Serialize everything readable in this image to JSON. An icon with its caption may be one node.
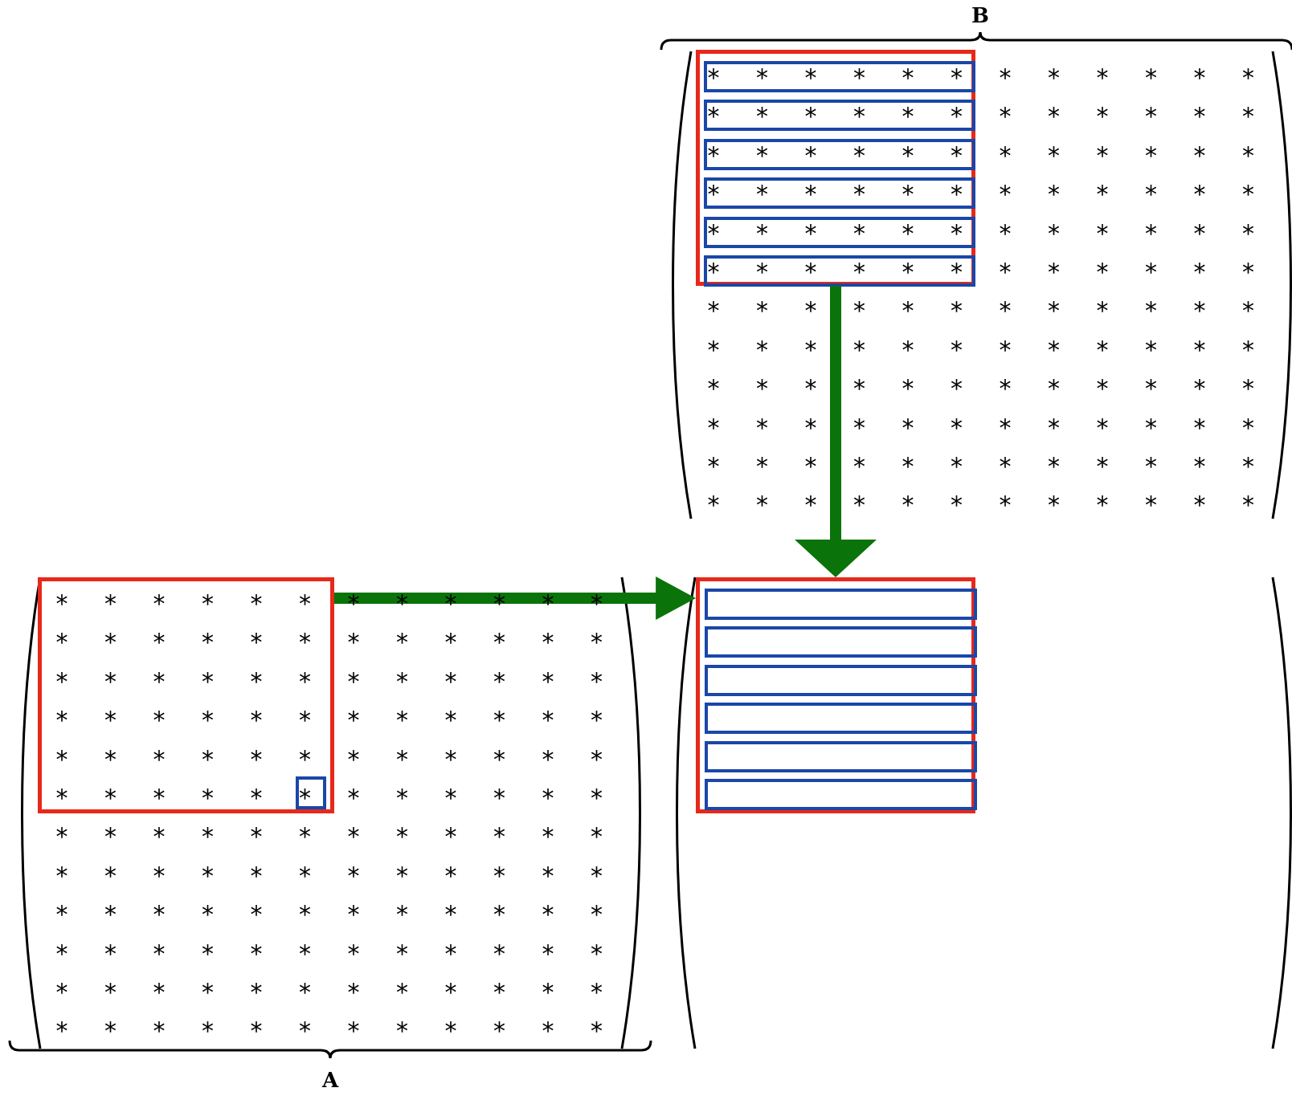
{
  "diagram": {
    "nodes": [
      {
        "text": [],
        "shape": "parentheses",
        "beside": [
          "B"
        ]
      },
      {
        "text": [],
        "shape": "box",
        "in": 0
      },
      {
        "text": [],
        "shape": "box",
        "in": 1
      },
      {
        "text": [],
        "shape": "box",
        "in": 1
      },
      {
        "text": [],
        "shape": "box",
        "in": 1
      },
      {
        "text": [],
        "shape": "box",
        "in": 1
      },
      {
        "text": [],
        "shape": "box",
        "in": 1
      },
      {
        "text": [],
        "shape": "box",
        "in": 1
      },
      {
        "text": [],
        "shape": "parentheses",
        "beside": [
          "A"
        ]
      },
      {
        "text": [],
        "shape": "box",
        "in": 8
      },
      {
        "text": [],
        "shape": "box",
        "in": 9
      },
      {
        "text": [],
        "shape": "parentheses"
      },
      {
        "text": [],
        "shape": "box",
        "in": 11
      },
      {
        "text": [],
        "shape": "box",
        "in": 12
      },
      {
        "text": [],
        "shape": "box",
        "in": 12
      },
      {
        "text": [],
        "shape": "box",
        "in": 12
      },
      {
        "text": [],
        "shape": "box",
        "in": 12
      },
      {
        "text": [],
        "shape": "box",
        "in": 12
      },
      {
        "text": [],
        "shape": "box",
        "in": 12
      }
    ],
    "edges": [
      {
        "from": 1,
        "to": 12,
        "arrow": "to"
      },
      {
        "from": 9,
        "to": 12,
        "arrow": "to"
      }
    ],
    "labels": [
      "*",
      "*",
      "*",
      "*",
      "*",
      "*",
      "*",
      "*",
      "*",
      "*",
      "*",
      "*",
      "*",
      "*",
      "*",
      "*",
      "*",
      "*",
      "*",
      "*",
      "*",
      "*",
      "*",
      "*",
      "*",
      "*",
      "*",
      "*",
      "*",
      "*",
      "*",
      "*",
      "*",
      "*",
      "*",
      "*",
      "*",
      "*",
      "*",
      "*",
      "*",
      "*",
      "*",
      "*",
      "*",
      "*",
      "*",
      "*",
      "*",
      "*",
      "*",
      "*",
      "*",
      "*",
      "*",
      "*",
      "*",
      "*",
      "*",
      "*",
      "*",
      "*",
      "*",
      "*",
      "*",
      "*",
      "*",
      "*",
      "*",
      "*",
      "*",
      "*",
      "*",
      "*",
      "*",
      "*",
      "*",
      "*",
      "*",
      "*",
      "*",
      "*",
      "*",
      "*",
      "*",
      "*",
      "*",
      "*",
      "*",
      "*",
      "*",
      "*",
      "*",
      "*",
      "*",
      "*",
      "*",
      "*",
      "*",
      "*",
      "*",
      "*",
      "*",
      "*",
      "*",
      "*",
      "*",
      "*",
      "*",
      "*",
      "*",
      "*",
      "*",
      "*",
      "*",
      "*",
      "*",
      "*",
      "*",
      "*",
      "*",
      "*",
      "*",
      "*",
      "*",
      "*",
      "*",
      "*",
      "*",
      "*",
      "*",
      "*",
      "*",
      "*",
      "*",
      "*",
      "*",
      "*",
      "*",
      "*",
      "*",
      "*",
      "*",
      "*",
      "*",
      "*",
      "*",
      "*",
      "*",
      "*",
      "*",
      "*",
      "*",
      "*",
      "*",
      "*",
      "*",
      "*",
      "*",
      "*",
      "*",
      "*",
      "*",
      "*",
      "*",
      "*",
      "*",
      "*",
      "*",
      "*",
      "*",
      "*",
      "*",
      "*",
      "*",
      "*",
      "*",
      "*",
      "*",
      "*",
      "*",
      "*",
      "*",
      "*",
      "*",
      "*",
      "*",
      "*",
      "*",
      "*",
      "*",
      "*",
      "*",
      "*",
      "*",
      "*",
      "*",
      "*",
      "*",
      "*",
      "*",
      "*",
      "*",
      "*",
      "*",
      "*",
      "*",
      "*",
      "*",
      "*",
      "*",
      "*",
      "*",
      "*",
      "*",
      "*",
      "*",
      "*",
      "*",
      "*",
      "*",
      "*",
      "*",
      "*",
      "*",
      "*",
      "*",
      "*",
      "*",
      "*",
      "*",
      "*",
      "*",
      "*",
      "*",
      "*",
      "*",
      "*",
      "*",
      "*",
      "*",
      "*",
      "*",
      "*",
      "*",
      "*",
      "*",
      "*",
      "*",
      "*",
      "*",
      "*",
      "*",
      "*",
      "*",
      "*",
      "*",
      "*",
      "*",
      "*",
      "*",
      "*",
      "*",
      "*",
      "*",
      "*",
      "*",
      "*",
      "*",
      "*",
      "*",
      "*",
      "*",
      "*",
      "*",
      "*",
      "*",
      "*",
      "*",
      "*",
      "*",
      "*",
      "*",
      "*",
      "*",
      "*",
      "*",
      "*"
    ]
  }
}
